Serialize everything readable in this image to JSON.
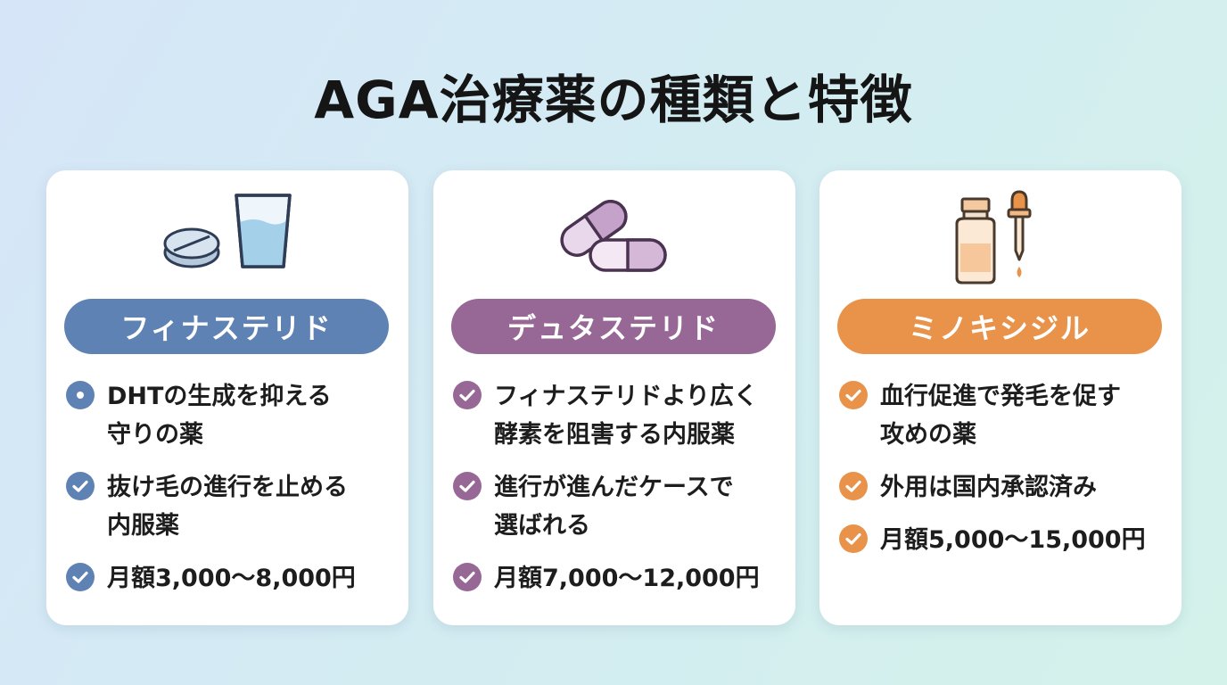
{
  "title": "AGA治療薬の種類と特徴",
  "colors": {
    "finasteride": "#5f82b5",
    "dutasteride": "#976796",
    "minoxidil": "#e8924a"
  },
  "cards": [
    {
      "icon": "pill-and-water-glass-icon",
      "label": "フィナステリド",
      "items": [
        "DHTの生成を抑える\n守りの薬",
        "抜け毛の進行を止める\n内服薬",
        "月額3,000〜8,000円"
      ]
    },
    {
      "icon": "capsules-icon",
      "label": "デュタステリド",
      "items": [
        "フィナステリドより広く\n酵素を阻害する内服薬",
        "進行が進んだケースで\n選ばれる",
        "月額7,000〜12,000円"
      ]
    },
    {
      "icon": "bottle-and-dropper-icon",
      "label": "ミノキシジル",
      "items": [
        "血行促進で発毛を促す\n攻めの薬",
        "外用は国内承認済み",
        "月額5,000〜15,000円"
      ]
    }
  ]
}
